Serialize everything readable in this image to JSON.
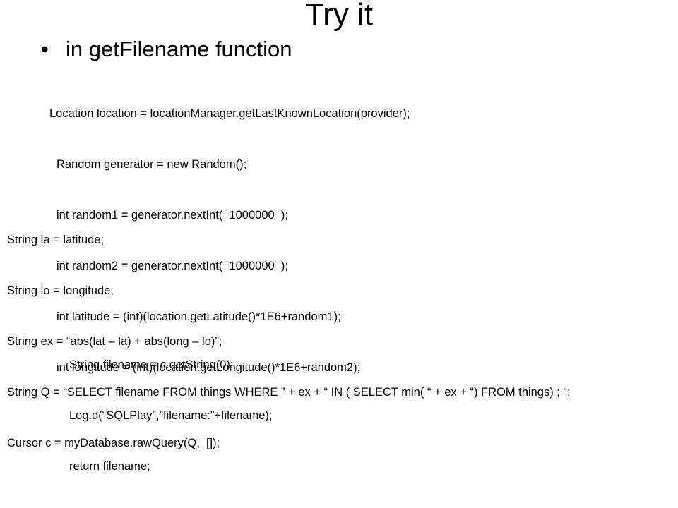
{
  "slide": {
    "title": "Try it",
    "bullet_marker": "•",
    "bullet": "in getFilename function"
  },
  "code_blocks": {
    "block1": [
      "Location location = locationManager.getLastKnownLocation(provider);",
      "Random generator = new Random();",
      "int random1 = generator.nextInt(  1000000  );",
      "int random2 = generator.nextInt(  1000000  );",
      "int latitude = (int)(location.getLatitude()*1E6+random1);",
      "int longitude = (int)(location.getLongitude()*1E6+random2);"
    ],
    "block2": [
      "String la = latitude;",
      "String lo = longitude;",
      "String ex = “abs(lat – la) + abs(long – lo)”;",
      "String Q = “SELECT filename FROM things WHERE ” + ex + “ IN ( SELECT min( “ + ex + “) FROM things) ; “;",
      "Cursor c = myDatabase.rawQuery(Q,  []);"
    ],
    "block3": [
      "String filename = c.getString(0);",
      "Log.d(“SQLPlay”,”filename:”+filename);",
      "return filename;"
    ]
  }
}
